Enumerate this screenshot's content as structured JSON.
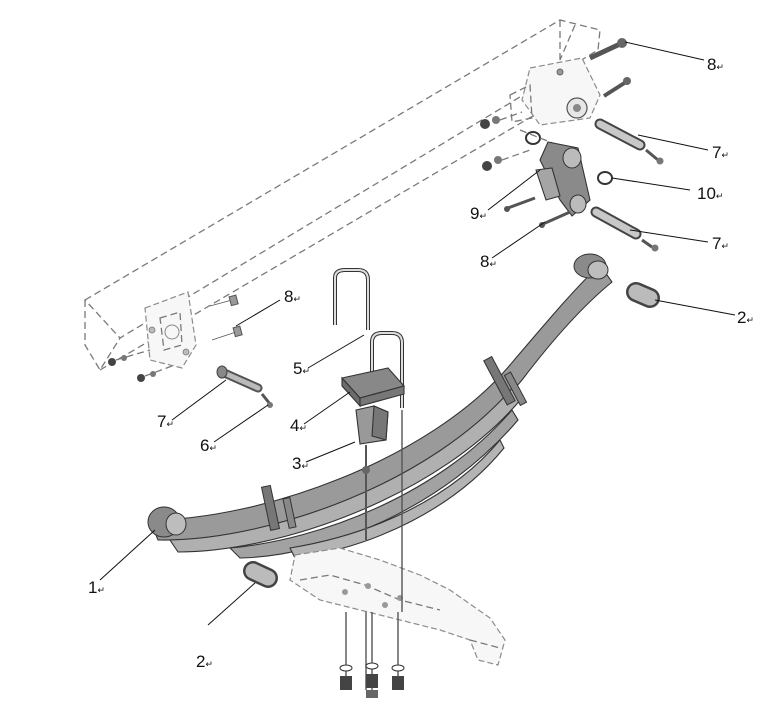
{
  "labels": {
    "l1": "1",
    "l2a": "2",
    "l2b": "2",
    "l3": "3",
    "l4": "4",
    "l5": "5",
    "l6": "6",
    "l7a": "7",
    "l7b": "7",
    "l7c": "7",
    "l8a": "8",
    "l8b": "8",
    "l8c": "8",
    "l9": "9",
    "l10": "10"
  },
  "marker": "↵"
}
